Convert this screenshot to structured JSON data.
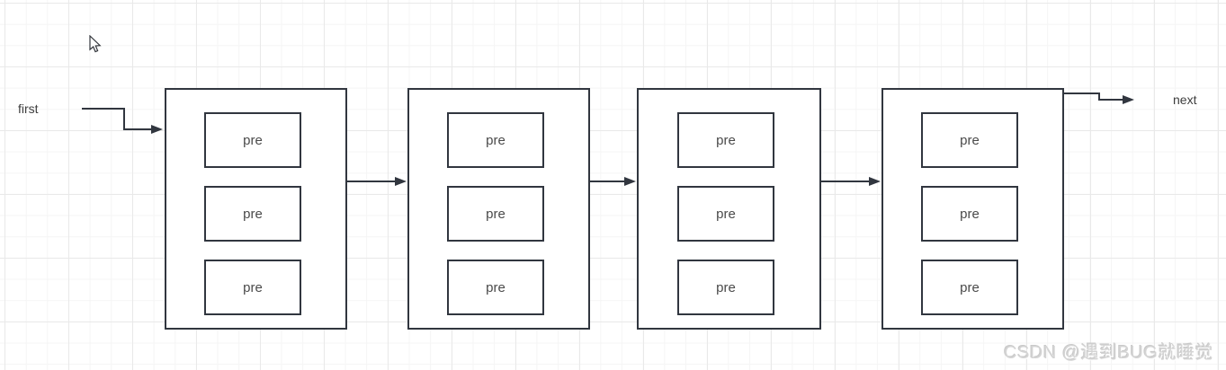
{
  "diagram": {
    "type": "linked-list",
    "first_label": "first",
    "next_label": "next",
    "nodes": [
      {
        "slots": [
          "pre",
          "pre",
          "pre"
        ]
      },
      {
        "slots": [
          "pre",
          "pre",
          "pre"
        ]
      },
      {
        "slots": [
          "pre",
          "pre",
          "pre"
        ]
      },
      {
        "slots": [
          "pre",
          "pre",
          "pre"
        ]
      }
    ],
    "connections": [
      "first -> node1",
      "node1 -> node2",
      "node2 -> node3",
      "node3 -> node4",
      "node4 -> next"
    ]
  },
  "watermark": {
    "text": "CSDN @遇到BUG就睡觉"
  },
  "colors": {
    "stroke": "#31363f",
    "node_fill": "#ffffff",
    "label_text": "#3d3d3d",
    "slot_text": "#4a4a4a",
    "grid_minor": "#f5f5f5",
    "grid_major": "#e9e9e9",
    "watermark": "#d4d4d4",
    "background": "#ffffff"
  }
}
